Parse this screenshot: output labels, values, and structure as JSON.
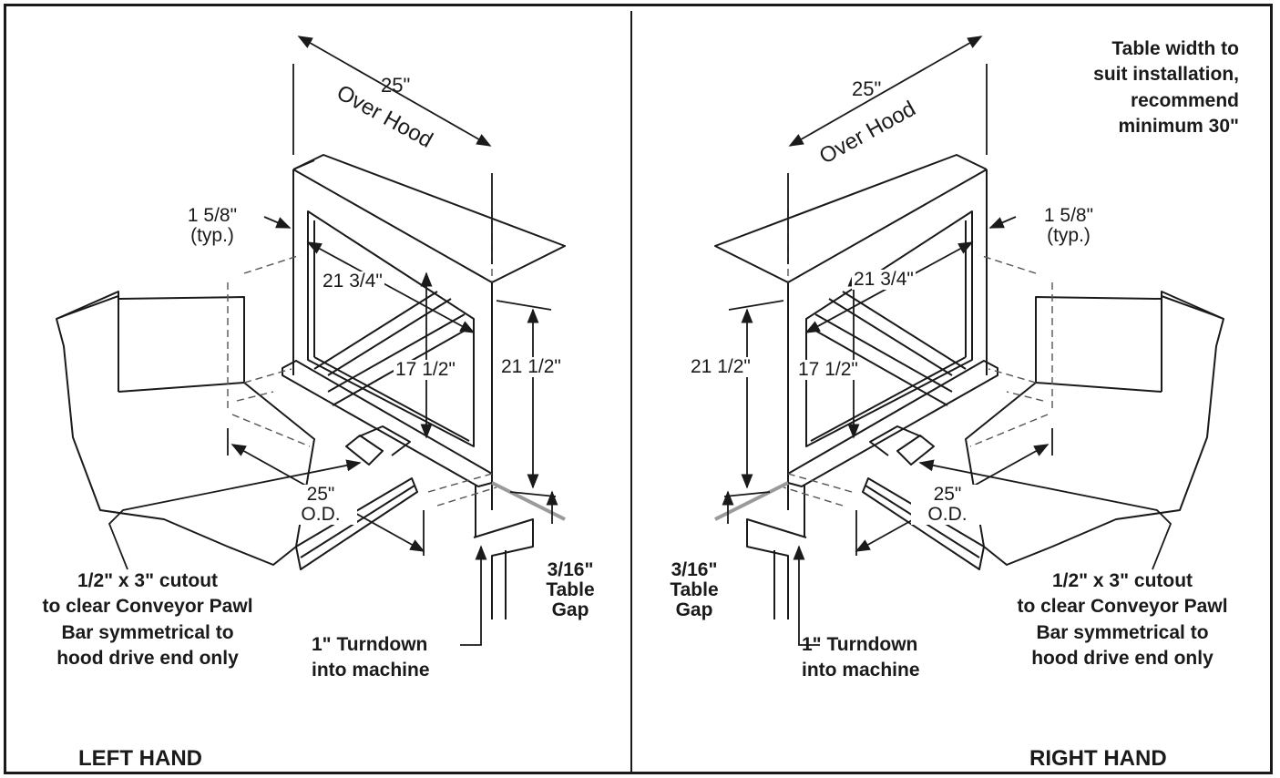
{
  "left": {
    "dim_over_hood_value": "25\"",
    "dim_over_hood_label": "Over Hood",
    "dim_wall_value": "1 5/8\"",
    "dim_wall_note": "(typ.)",
    "dim_opening_width": "21 3/4\"",
    "dim_opening_height": "17 1/2\"",
    "dim_total_height": "21 1/2\"",
    "dim_od_value": "25\"",
    "dim_od_label": "O.D.",
    "table_gap_value": "3/16\"",
    "table_gap_line1": "Table",
    "table_gap_line2": "Gap",
    "cutout_line1": "1/2\" x 3\" cutout",
    "cutout_line2": "to clear Conveyor Pawl",
    "cutout_line3": "Bar symmetrical to",
    "cutout_line4": "hood drive end only",
    "turndown_line1": "1\" Turndown",
    "turndown_line2": "into machine",
    "caption": "LEFT HAND"
  },
  "right": {
    "note_line1": "Table width to",
    "note_line2": "suit installation,",
    "note_line3": "recommend",
    "note_line4": "minimum 30\"",
    "dim_over_hood_value": "25\"",
    "dim_over_hood_label": "Over Hood",
    "dim_wall_value": "1 5/8\"",
    "dim_wall_note": "(typ.)",
    "dim_opening_width": "21 3/4\"",
    "dim_opening_height": "17 1/2\"",
    "dim_total_height": "21 1/2\"",
    "dim_od_value": "25\"",
    "dim_od_label": "O.D.",
    "table_gap_value": "3/16\"",
    "table_gap_line1": "Table",
    "table_gap_line2": "Gap",
    "cutout_line1": "1/2\" x 3\" cutout",
    "cutout_line2": "to clear Conveyor Pawl",
    "cutout_line3": "Bar symmetrical to",
    "cutout_line4": "hood drive end only",
    "turndown_line1": "1\" Turndown",
    "turndown_line2": "into machine",
    "caption": "RIGHT HAND"
  },
  "colors": {
    "ink": "#1a1a1a",
    "dash": "#555555",
    "paper": "#ffffff",
    "shade": "#9a9a9a"
  }
}
